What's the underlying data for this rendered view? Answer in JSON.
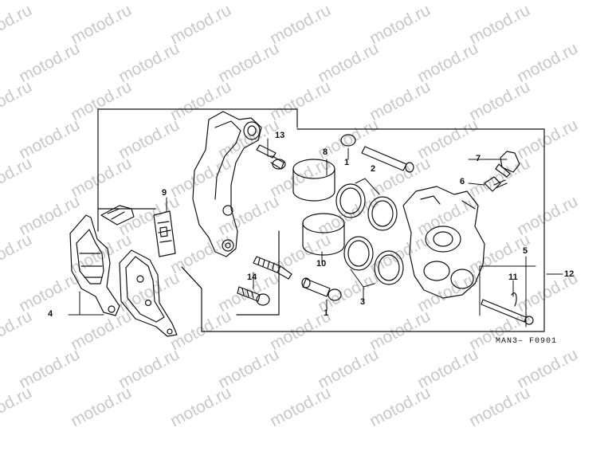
{
  "watermark": {
    "text": "motod.ru"
  },
  "figure_code": "MAN3– F0901",
  "callouts": {
    "c1_top": "1",
    "c1_bottom": "1",
    "c2": "2",
    "c3": "3",
    "c4": "4",
    "c5": "5",
    "c6": "6",
    "c7": "7",
    "c8": "8",
    "c9": "9",
    "c10": "10",
    "c11": "11",
    "c12": "12",
    "c13": "13",
    "c14": "14"
  }
}
